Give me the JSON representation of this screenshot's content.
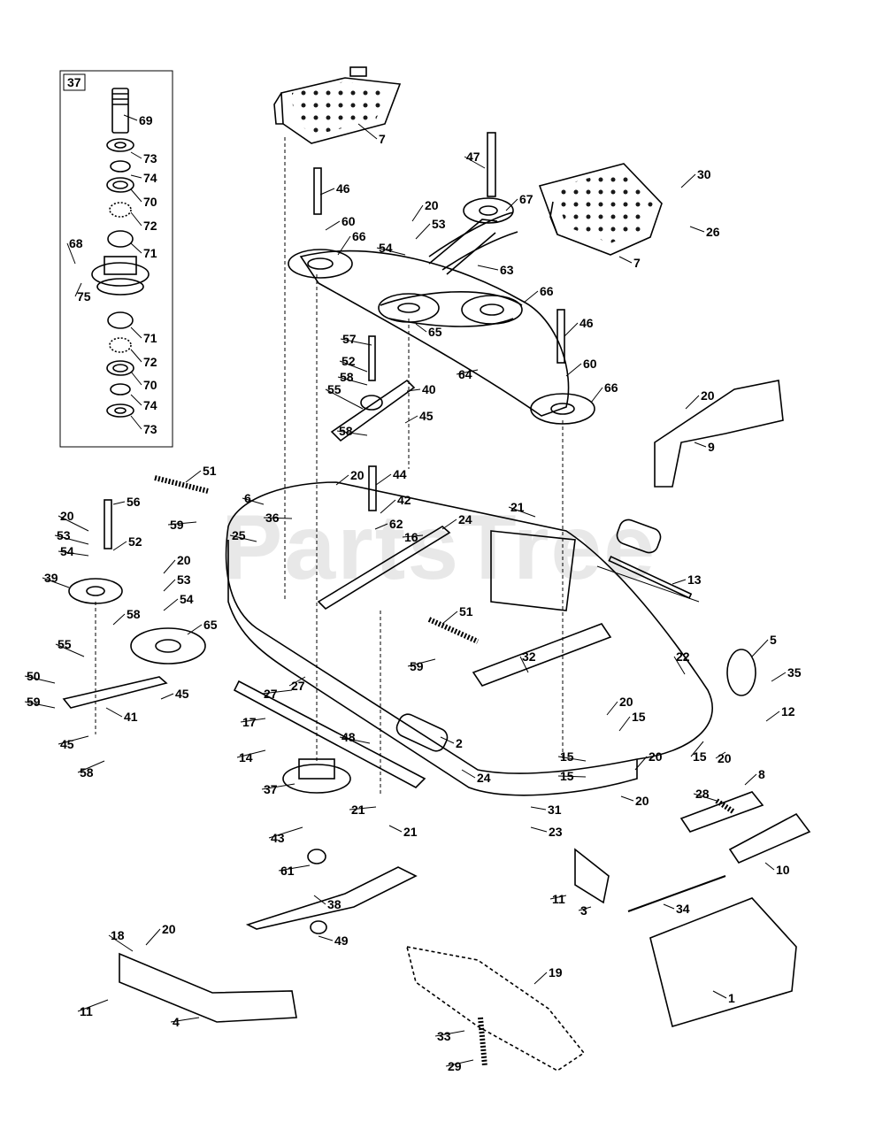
{
  "watermark": "PartsTree",
  "inset": {
    "tag": "37",
    "labels": [
      "69",
      "73",
      "74",
      "70",
      "72",
      "71",
      "68",
      "75",
      "71",
      "72",
      "70",
      "74",
      "73"
    ]
  },
  "labels": [
    "7",
    "47",
    "67",
    "30",
    "26",
    "7",
    "46",
    "60",
    "66",
    "20",
    "53",
    "54",
    "63",
    "66",
    "65",
    "46",
    "60",
    "66",
    "57",
    "52",
    "58",
    "55",
    "40",
    "45",
    "64",
    "58",
    "20",
    "9",
    "51",
    "6",
    "20",
    "44",
    "42",
    "36",
    "62",
    "24",
    "16",
    "21",
    "27",
    "25",
    "59",
    "56",
    "20",
    "53",
    "54",
    "52",
    "39",
    "20",
    "53",
    "54",
    "65",
    "58",
    "55",
    "50",
    "41",
    "45",
    "59",
    "45",
    "58",
    "13",
    "51",
    "59",
    "32",
    "22",
    "5",
    "35",
    "20",
    "15",
    "12",
    "15",
    "20",
    "2",
    "48",
    "17",
    "14",
    "27",
    "37",
    "24",
    "21",
    "15",
    "15",
    "20",
    "20",
    "28",
    "8",
    "31",
    "23",
    "21",
    "43",
    "61",
    "38",
    "49",
    "10",
    "11",
    "3",
    "34",
    "1",
    "18",
    "20",
    "11",
    "4",
    "19",
    "33",
    "29"
  ]
}
